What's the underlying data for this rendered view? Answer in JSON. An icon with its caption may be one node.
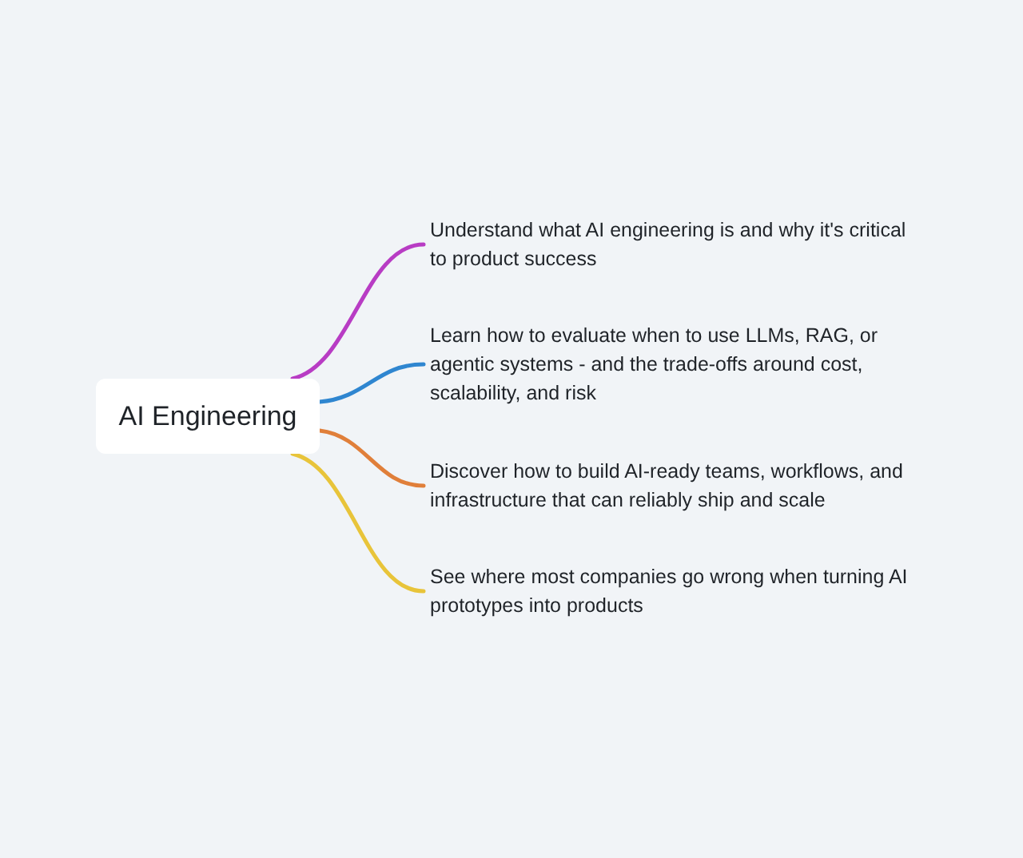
{
  "diagram": {
    "nodes": [
      {
        "text": [
          "AI Engineering"
        ]
      },
      {
        "text": [
          "Understand what AI engineering is and why it's critical to product success"
        ]
      },
      {
        "text": [
          "Learn how to evaluate when to use LLMs, RAG, or agentic systems - and the trade-offs around cost, scalability, and risk"
        ]
      },
      {
        "text": [
          "Discover how to build AI-ready teams, workflows, and infrastructure that can reliably ship and scale"
        ]
      },
      {
        "text": [
          "See where most companies go wrong when turning AI prototypes into products"
        ]
      }
    ],
    "edges": [
      {
        "from": 0,
        "to": 1,
        "arrow": "none",
        "color": "#b83cc4"
      },
      {
        "from": 0,
        "to": 2,
        "arrow": "none",
        "color": "#2f86d0"
      },
      {
        "from": 0,
        "to": 3,
        "arrow": "none",
        "color": "#e07f3a"
      },
      {
        "from": 0,
        "to": 4,
        "arrow": "none",
        "color": "#e8c43a"
      }
    ]
  }
}
